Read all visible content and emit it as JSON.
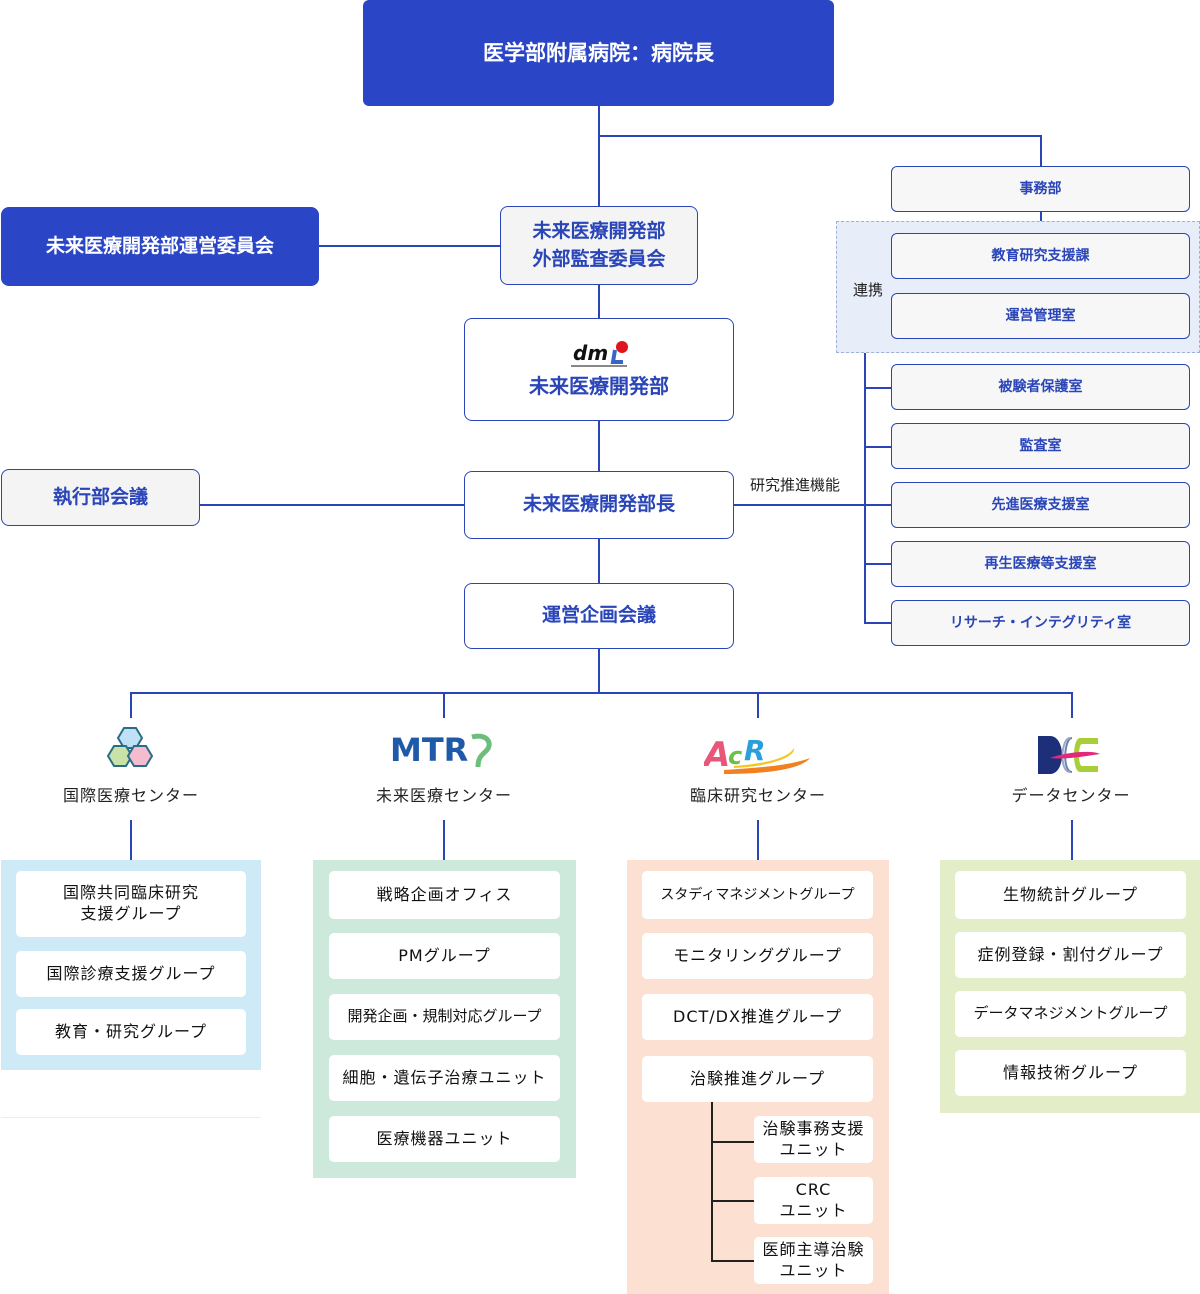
{
  "top": {
    "director": "医学部附属病院：病院長"
  },
  "left": {
    "steering_committee": "未来医療開発部運営委員会",
    "executive_meeting": "執行部会議"
  },
  "center": {
    "external_audit": "未来医療開発部\n外部監査委員会",
    "department": "未来医療開発部",
    "department_logo_text": "dmi",
    "department_head": "未来医療開発部長",
    "planning_meeting": "運営企画会議"
  },
  "right": {
    "admin": "事務部",
    "cooperation_label": "連携",
    "research_function_label": "研究推進機能",
    "cooperation_offices": [
      "教育研究支援課",
      "運営管理室"
    ],
    "offices": [
      "被験者保護室",
      "監査室",
      "先進医療支援室",
      "再生医療等支援室",
      "リサーチ・インテグリティ室"
    ]
  },
  "centers": [
    {
      "name": "国際医療センター",
      "logo": "hexagon-logo",
      "color": "#cfeaf7",
      "groups": [
        "国際共同臨床研究\n支援グループ",
        "国際診療支援グループ",
        "教育・研究グループ"
      ]
    },
    {
      "name": "未来医療センター",
      "logo": "MTR",
      "color": "#cde9dc",
      "groups": [
        "戦略企画オフィス",
        "PMグループ",
        "開発企画・規制対応グループ",
        "細胞・遺伝子治療ユニット",
        "医療機器ユニット"
      ]
    },
    {
      "name": "臨床研究センター",
      "logo": "ACR",
      "color": "#fce0d2",
      "groups": [
        "スタディマネジメントグループ",
        "モニタリンググループ",
        "DCT/DX推進グループ",
        "治験推進グループ"
      ],
      "units": [
        "治験事務支援\nユニット",
        "CRC\nユニット",
        "医師主導治験\nユニット"
      ]
    },
    {
      "name": "データセンター",
      "logo": "DCC",
      "color": "#e3eec8",
      "groups": [
        "生物統計グループ",
        "症例登録・割付グループ",
        "データマネジメントグループ",
        "情報技術グループ"
      ]
    }
  ],
  "colors": {
    "primary": "#2a45c6",
    "line": "#2a45b8",
    "light_panel": "#e8eef9"
  }
}
